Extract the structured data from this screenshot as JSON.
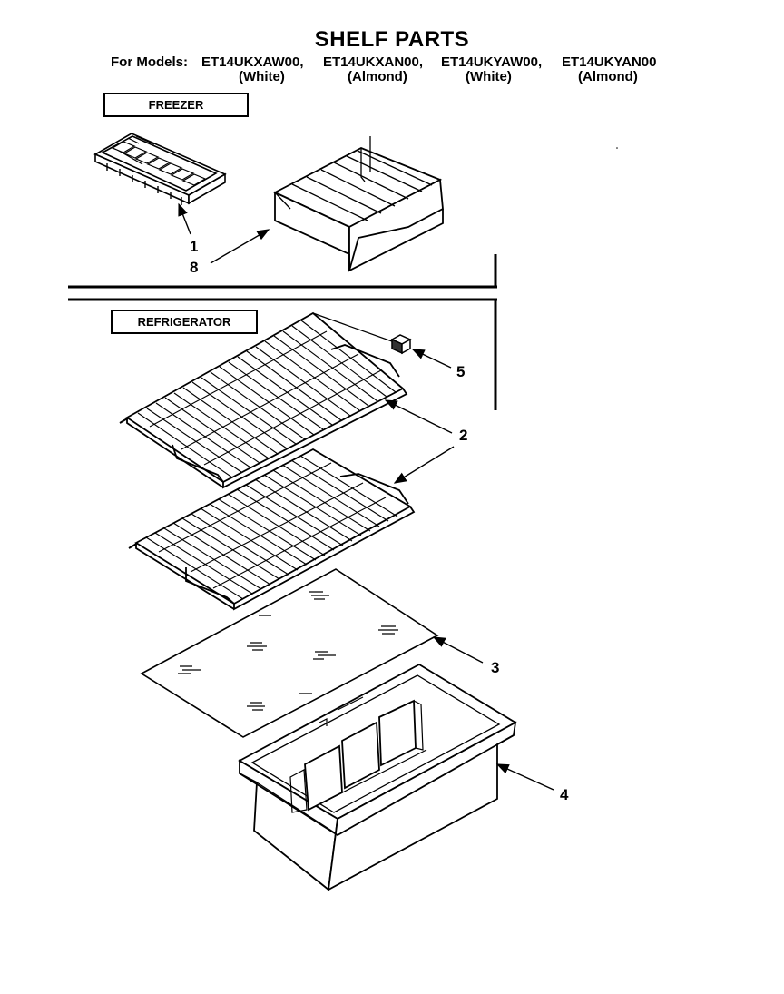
{
  "header": {
    "title": "SHELF PARTS",
    "models_label": "For Models:",
    "models": [
      {
        "model": "ET14UKXAW00,",
        "color": "(White)"
      },
      {
        "model": "ET14UKXAN00,",
        "color": "(Almond)"
      },
      {
        "model": "ET14UKYAW00,",
        "color": "(White)"
      },
      {
        "model": "ET14UKYAN00",
        "color": "(Almond)"
      }
    ]
  },
  "sections": {
    "freezer": "FREEZER",
    "refrigerator": "REFRIGERATOR"
  },
  "callouts": [
    "1",
    "8",
    "5",
    "2",
    "3",
    "4"
  ]
}
